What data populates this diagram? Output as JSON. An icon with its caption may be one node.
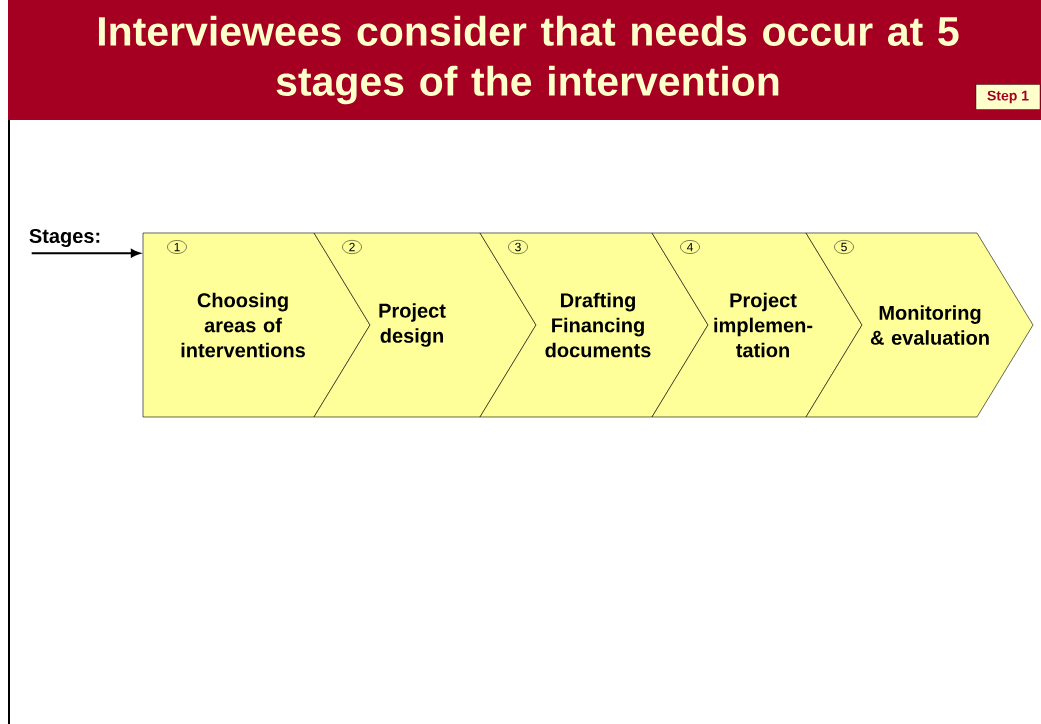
{
  "diagram": {
    "title": "Interviewees consider that needs occur at 5 stages of the intervention",
    "nodes": [
      {
        "text": [
          "Stages:"
        ]
      },
      {
        "text": [
          "1",
          "Choosing areas of interventions"
        ]
      },
      {
        "text": [
          "2",
          "Project design"
        ]
      },
      {
        "text": [
          "3",
          "Drafting Financing documents"
        ]
      },
      {
        "text": [
          "4",
          "Project implemen- tation"
        ]
      },
      {
        "text": [
          "5",
          "Monitoring & evaluation"
        ]
      }
    ],
    "edges": [
      {
        "from": 0,
        "to": 1,
        "arrow": "to"
      }
    ],
    "labels": [
      "Step 1"
    ]
  }
}
